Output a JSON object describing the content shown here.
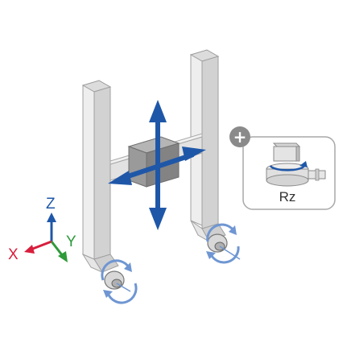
{
  "axes": {
    "x_label": "X",
    "y_label": "Y",
    "z_label": "Z",
    "x_color": "#d81e3c",
    "y_color": "#2e9a3a",
    "z_color": "#1f57a8"
  },
  "inset": {
    "label": "Rz",
    "plus_symbol": "+"
  },
  "colors": {
    "arrow_blue": "#1f57a8",
    "rotation_blue": "#6f96d2",
    "frame_light": "#ececec",
    "frame_dark": "#a9a9a9",
    "block_gray": "#8c8c8c"
  }
}
